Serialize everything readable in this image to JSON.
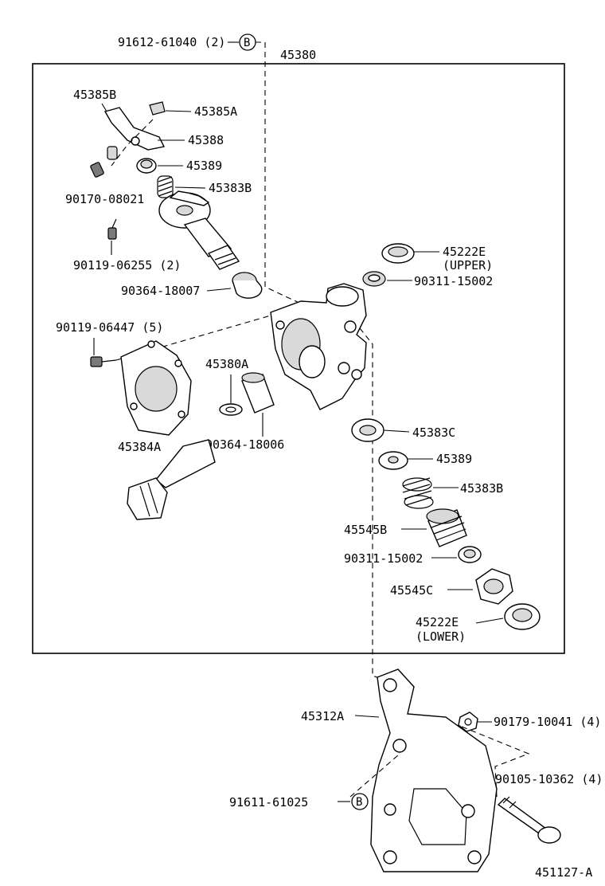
{
  "labels": {
    "p91612": "91612-61040 (2)",
    "p45380": "45380",
    "p45385B": "45385B",
    "p45385A": "45385A",
    "p45388": "45388",
    "p45389_top": "45389",
    "p45383B_top": "45383B",
    "p90170": "90170-08021",
    "p90119_06255": "90119-06255 (2)",
    "p45222E_upper": "45222E",
    "upper": "(UPPER)",
    "p90311_top": "90311-15002",
    "p90364_18007": "90364-18007",
    "p90119_06447": "90119-06447 (5)",
    "p45380A": "45380A",
    "p45383C": "45383C",
    "p45384A": "45384A",
    "p90364_18006": "90364-18006",
    "p45389_mid": "45389",
    "p45383B_mid": "45383B",
    "p45545B": "45545B",
    "p90311_mid": "90311-15002",
    "p45545C": "45545C",
    "p45222E_lower": "45222E",
    "lower": "(LOWER)",
    "p45312A": "45312A",
    "p90179": "90179-10041 (4)",
    "p90105": "90105-10362 (4)",
    "p91611": "91611-61025",
    "ref_b": "B",
    "figure_id": "451127-A"
  }
}
